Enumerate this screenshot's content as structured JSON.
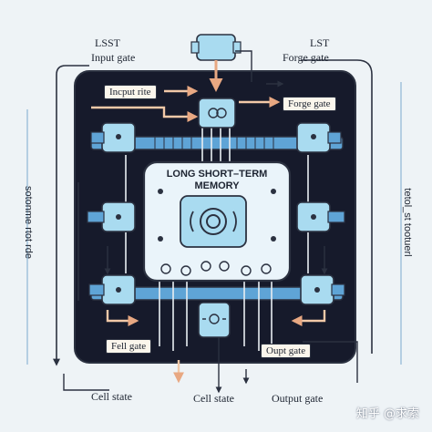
{
  "labels": {
    "top_left_line1": "LSST",
    "top_left_line2": "Input gate",
    "top_right_line1": "LST",
    "top_right_line2": "Forge gate",
    "left_vertical": "sotonme rtot rde",
    "right_vertical": "tetol_st tootuerl",
    "inner_input": "Incput rite",
    "inner_forge": "Forge gate",
    "center_title_line1": "LONG SHORT–TERM",
    "center_title_line2": "MEMORY",
    "fell_gate": "Fell gate",
    "oupt_gate": "Oupt gate",
    "bottom_cell_left": "Cell state",
    "bottom_cell_mid": "Cell state",
    "bottom_output": "Output gate"
  },
  "watermark": "知乎 @求索",
  "colors": {
    "background": "#eef3f6",
    "panel": "#161a2b",
    "node_fill": "#a9dbf0",
    "node_stroke": "#2b3140",
    "center_fill": "#eaf4fa",
    "arrow_peach": "#f2c9a8",
    "arrow_light": "#e9eef2"
  }
}
